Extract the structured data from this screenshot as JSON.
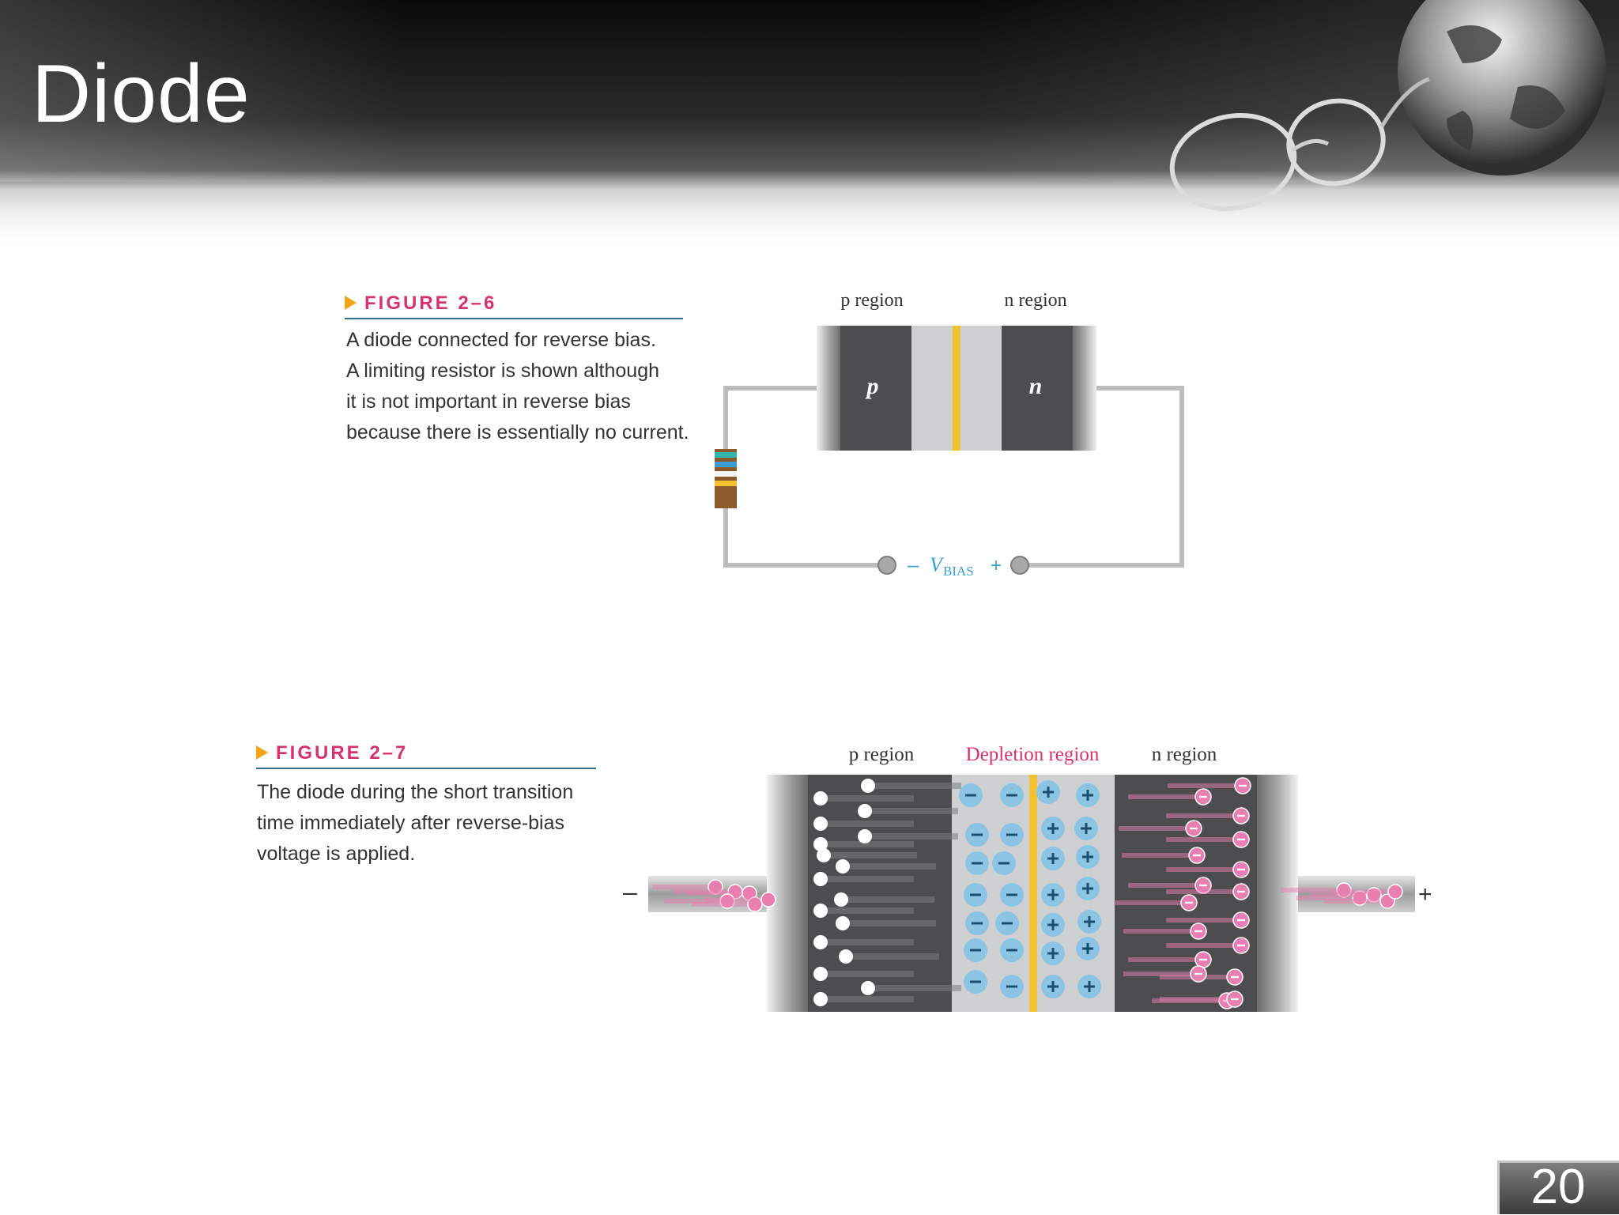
{
  "slide": {
    "title": "Diode",
    "page_number": "20"
  },
  "figure_6": {
    "label": "FIGURE 2–6",
    "caption_lines": [
      "A diode connected for reverse bias.",
      "A limiting resistor is shown although",
      "it is not important in reverse bias",
      "because there is essentially no current."
    ],
    "p_region_label": "p region",
    "n_region_label": "n region",
    "p_letter": "p",
    "n_letter": "n",
    "vbias_minus": "–",
    "vbias_v": "V",
    "vbias_sub": "BIAS",
    "vbias_plus": "+"
  },
  "figure_7": {
    "label": "FIGURE 2–7",
    "caption_lines": [
      "The diode during the short transition",
      "time immediately after reverse-bias",
      "voltage is applied."
    ],
    "p_region_label": "p region",
    "depletion_label": "Depletion region",
    "n_region_label": "n region",
    "left_terminal": "–",
    "right_terminal": "+"
  },
  "colors": {
    "figure_label": "#d6336c",
    "arrow": "#f2a516",
    "rule": "#2f6f8f",
    "vbias": "#3aa0cc",
    "depletion_label": "#d6336c",
    "junction": "#f2c230",
    "semiconductor_dark": "#4d4d4f",
    "depletion_fill": "#cfd0d2",
    "ion_blue": "#8cc4e4",
    "electron_pink": "#e87fb0"
  },
  "icons": [
    "triangle-arrow-icon"
  ]
}
